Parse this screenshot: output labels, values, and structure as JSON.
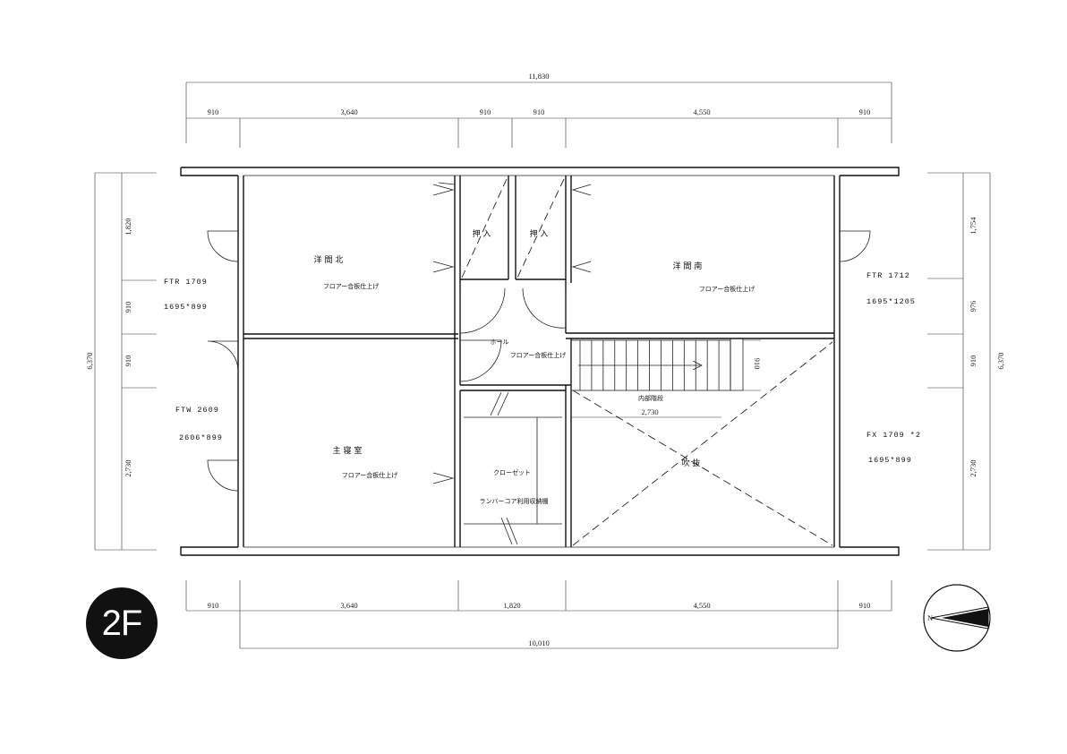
{
  "floor_label": "2F",
  "dimensions": {
    "top_total": "11,830",
    "top": [
      "910",
      "3,640",
      "910",
      "910",
      "4,550",
      "910"
    ],
    "bottom": [
      "910",
      "3,640",
      "1,820",
      "4,550",
      "910"
    ],
    "bottom_total": "10,010",
    "left": [
      "1,820",
      "910",
      "910",
      "2,730"
    ],
    "left_total": "6,370",
    "right": [
      "1,754",
      "976",
      "910",
      "2,730"
    ],
    "right_total": "6,370",
    "stair_width": "2,730",
    "stair_depth": "910"
  },
  "rooms": {
    "north": {
      "name": "洋 間 北",
      "finish": "フロアー合板仕上げ"
    },
    "south": {
      "name": "洋 間 南",
      "finish": "フロアー合板仕上げ"
    },
    "oshiire_1": "押 入",
    "oshiire_2": "押 入",
    "hall": {
      "name": "ホール",
      "finish": "フロアー合板仕上げ"
    },
    "master": {
      "name": "主 寝 室",
      "finish": "フロアー合板仕上げ"
    },
    "closet": {
      "name": "クローゼット",
      "note": "ランバーコア利用収納棚"
    },
    "stairs": "内部階段",
    "void": "吹 抜"
  },
  "windows": {
    "ftr_1709": {
      "code": "FTR 1709",
      "size": "1695*899"
    },
    "ftw_2609": {
      "code": "FTW 2609",
      "size": "2606*899"
    },
    "ftr_1712": {
      "code": "FTR 1712",
      "size": "1695*1205"
    },
    "fx_1709": {
      "code": "FX 1709 *2",
      "size": "1695*899"
    }
  },
  "compass_letter": "N"
}
